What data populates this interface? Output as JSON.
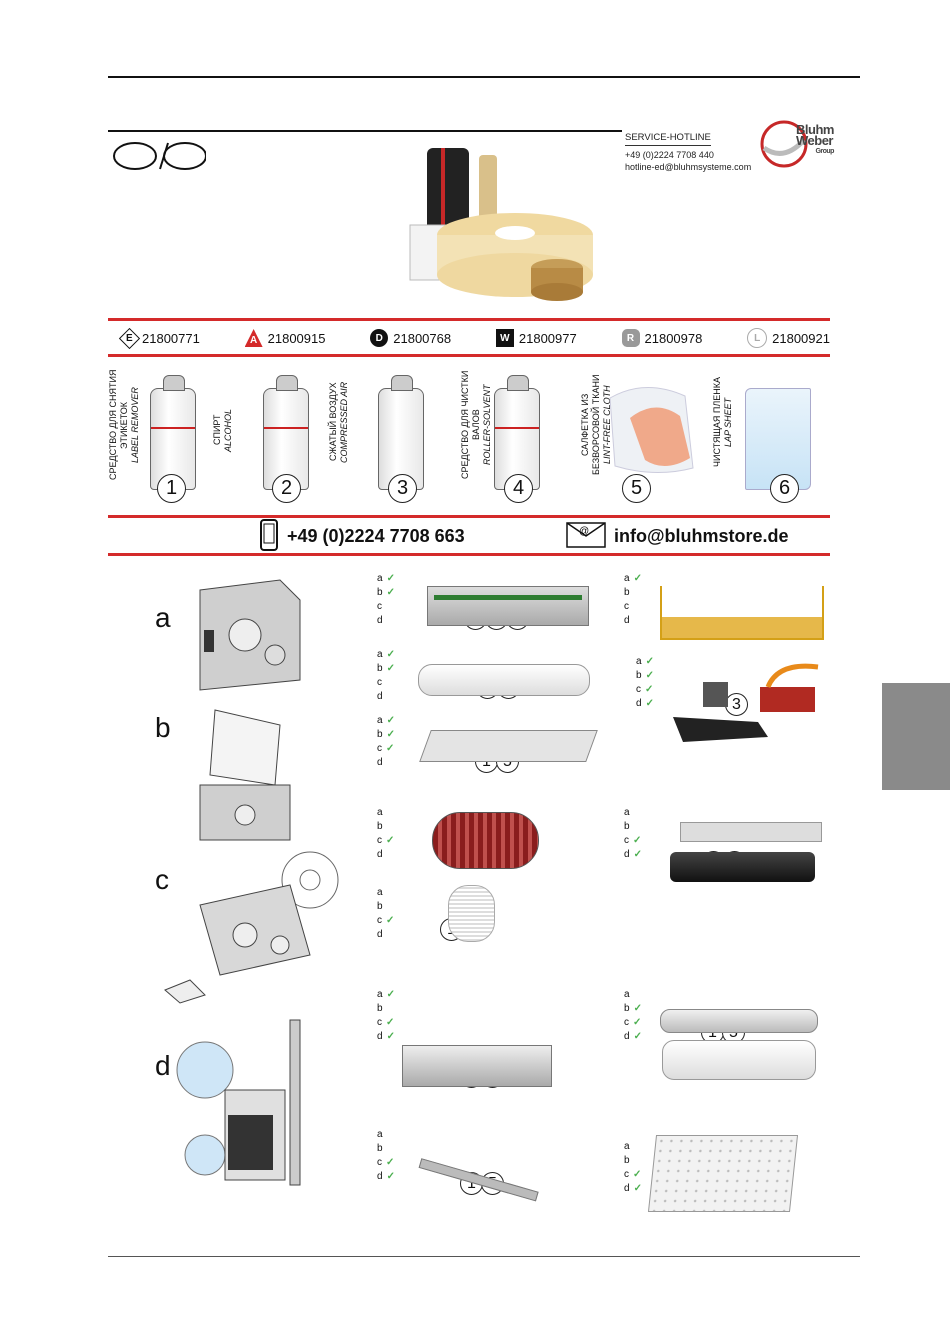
{
  "hotline": {
    "title": "SERVICE-HOTLINE",
    "phone": "+49 (0)2224 7708 440",
    "email": "hotline-ed@bluhmsysteme.com"
  },
  "logo": {
    "line1": "Bluhm",
    "line2": "Weber",
    "line3": "Group"
  },
  "codes": [
    {
      "badge": "E",
      "number": "21800771"
    },
    {
      "badge": "A",
      "number": "21800915"
    },
    {
      "badge": "D",
      "number": "21800768"
    },
    {
      "badge": "W",
      "number": "21800977"
    },
    {
      "badge": "R",
      "number": "21800978"
    },
    {
      "badge": "L",
      "number": "21800921"
    }
  ],
  "supplies": [
    {
      "ru": "СРЕДСТВО ДЛЯ СНЯТИЯ ЭТИКЕТОК",
      "en": "LABEL REMOVER",
      "num": "1"
    },
    {
      "ru": "СПИРТ",
      "en": "ALCOHOL",
      "num": "2"
    },
    {
      "ru": "СЖАТЫЙ ВОЗДУХ",
      "en": "COMPRESSED AIR",
      "num": "3"
    },
    {
      "ru": "СРЕДСТВО ДЛЯ ЧИСТКИ ВАЛОВ",
      "en": "ROLLER-SOLVENT",
      "num": "4"
    },
    {
      "ru": "САЛФЕТКА ИЗ БЕЗВОРСОВОЙ ТКАНИ",
      "en": "LINT-FREE CLOTH",
      "num": "5"
    },
    {
      "ru": "ЧИСТЯЩАЯ ПЛЕНКА",
      "en": "LAP SHEET",
      "num": "6"
    }
  ],
  "contact": {
    "phone": "+49 (0)2224 7708 663",
    "email": "info@bluhmstore.de"
  },
  "letters": [
    "a",
    "b",
    "c",
    "d"
  ],
  "abcd": [
    "a",
    "b",
    "c",
    "d"
  ],
  "check": "✓",
  "parts": [
    {
      "checks": [
        true,
        true,
        false,
        false
      ],
      "nums": [
        "2",
        "5",
        "6"
      ]
    },
    {
      "checks": [
        true,
        false,
        false,
        false
      ],
      "nums": [
        "1",
        "5"
      ]
    },
    {
      "checks": [
        true,
        true,
        false,
        false
      ],
      "nums": [
        "4",
        "5"
      ]
    },
    {
      "checks": [
        true,
        true,
        true,
        true
      ],
      "nums": [
        "3"
      ]
    },
    {
      "checks": [
        true,
        true,
        true,
        false
      ],
      "nums": [
        "1",
        "5"
      ]
    },
    {
      "checks": [
        false,
        false,
        true,
        false
      ],
      "nums": [
        "3"
      ]
    },
    {
      "checks": [
        false,
        false,
        true,
        true
      ],
      "nums": [
        "1",
        "5"
      ]
    },
    {
      "checks": [
        false,
        false,
        true,
        false
      ],
      "nums": [
        "1",
        "5"
      ]
    },
    {
      "checks": [
        true,
        false,
        true,
        true
      ],
      "nums": [
        "1",
        "5"
      ]
    },
    {
      "checks": [
        false,
        true,
        true,
        true
      ],
      "nums": [
        "1",
        "5"
      ]
    },
    {
      "checks": [
        false,
        false,
        true,
        true
      ],
      "nums": [
        "1",
        "5"
      ]
    },
    {
      "checks": [
        false,
        false,
        true,
        true
      ],
      "nums": [
        "1",
        "5"
      ]
    }
  ]
}
